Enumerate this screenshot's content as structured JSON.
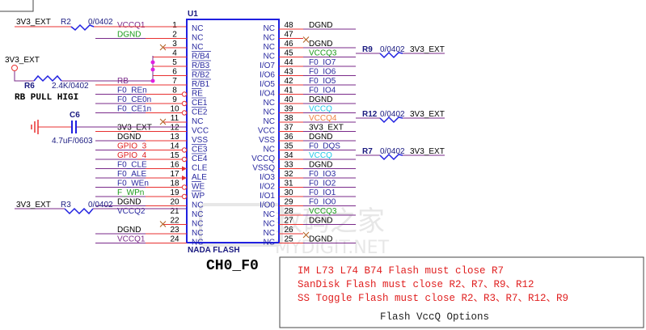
{
  "chip": {
    "ref": "U1",
    "part": "NADA FLASH",
    "channel_label": "CH0_F0",
    "left_pins": [
      {
        "num": "1",
        "name": "NC",
        "overbar": false,
        "marker": "none",
        "net": "VCCQ1",
        "net_color": "#7a2a8a"
      },
      {
        "num": "2",
        "name": "NC",
        "overbar": false,
        "marker": "none",
        "net": "DGND",
        "net_color": "#1a9a1a"
      },
      {
        "num": "3",
        "name": "NC",
        "overbar": false,
        "marker": "x",
        "net": "",
        "net_color": "#000000"
      },
      {
        "num": "4",
        "name": "R/B4",
        "overbar": true,
        "marker": "none",
        "net": "",
        "net_color": "#000000"
      },
      {
        "num": "5",
        "name": "R/B3",
        "overbar": true,
        "marker": "none",
        "net": "",
        "net_color": "#000000"
      },
      {
        "num": "6",
        "name": "R/B2",
        "overbar": true,
        "marker": "none",
        "net": "",
        "net_color": "#000000"
      },
      {
        "num": "7",
        "name": "R/B1",
        "overbar": true,
        "marker": "none",
        "net": "RB",
        "net_color": "#7a2a8a"
      },
      {
        "num": "8",
        "name": "RE",
        "overbar": true,
        "marker": "circle",
        "net": "F0_REn",
        "net_color": "#2a2aa0"
      },
      {
        "num": "9",
        "name": "CE1",
        "overbar": true,
        "marker": "circle",
        "net": "F0_CE0n",
        "net_color": "#2a2aa0"
      },
      {
        "num": "10",
        "name": "CE2",
        "overbar": true,
        "marker": "circle",
        "net": "F0_CE1n",
        "net_color": "#2a2aa0"
      },
      {
        "num": "11",
        "name": "NC",
        "overbar": false,
        "marker": "x",
        "net": "",
        "net_color": "#000000"
      },
      {
        "num": "12",
        "name": "VCC",
        "overbar": false,
        "marker": "none",
        "net": "3V3_EXT",
        "net_color": "#000000"
      },
      {
        "num": "13",
        "name": "VSS",
        "overbar": false,
        "marker": "none",
        "net": "DGND",
        "net_color": "#000000"
      },
      {
        "num": "14",
        "name": "CE3",
        "overbar": true,
        "marker": "circle",
        "net": "GPIO_3",
        "net_color": "#e02020"
      },
      {
        "num": "15",
        "name": "CE4",
        "overbar": true,
        "marker": "circle",
        "net": "GPIO_4",
        "net_color": "#e02020"
      },
      {
        "num": "16",
        "name": "CLE",
        "overbar": false,
        "marker": "arrow",
        "net": "F0_CLE",
        "net_color": "#2a2aa0"
      },
      {
        "num": "17",
        "name": "ALE",
        "overbar": false,
        "marker": "arrow",
        "net": "F0_ALE",
        "net_color": "#2a2aa0"
      },
      {
        "num": "18",
        "name": "WE",
        "overbar": true,
        "marker": "circle",
        "net": "F0_WEn",
        "net_color": "#2a2aa0"
      },
      {
        "num": "19",
        "name": "WP",
        "overbar": true,
        "marker": "circle",
        "net": "F_WPn",
        "net_color": "#1a9a1a"
      },
      {
        "num": "20",
        "name": "NC",
        "overbar": false,
        "marker": "none",
        "net": "DGND",
        "net_color": "#000000"
      },
      {
        "num": "21",
        "name": "NC",
        "overbar": false,
        "marker": "none",
        "net": "VCCQ2",
        "net_color": "#2a2aa0"
      },
      {
        "num": "22",
        "name": "NC",
        "overbar": false,
        "marker": "x",
        "net": "",
        "net_color": "#000000"
      },
      {
        "num": "23",
        "name": "NC",
        "overbar": false,
        "marker": "none",
        "net": "DGND",
        "net_color": "#000000"
      },
      {
        "num": "24",
        "name": "NC",
        "overbar": false,
        "marker": "none",
        "net": "VCCQ1",
        "net_color": "#7a2a8a"
      }
    ],
    "right_pins": [
      {
        "num": "48",
        "name": "NC",
        "net": "DGND",
        "net_color": "#000000",
        "marker": "none"
      },
      {
        "num": "47",
        "name": "NC",
        "net": "",
        "net_color": "#000000",
        "marker": "x"
      },
      {
        "num": "46",
        "name": "NC",
        "net": "DGND",
        "net_color": "#000000",
        "marker": "none"
      },
      {
        "num": "45",
        "name": "NC",
        "net": "VCCQ3",
        "net_color": "#1a9a1a",
        "marker": "none"
      },
      {
        "num": "44",
        "name": "I/O7",
        "net": "F0_IO7",
        "net_color": "#2a2aa0",
        "marker": "none"
      },
      {
        "num": "43",
        "name": "I/O6",
        "net": "F0_IO6",
        "net_color": "#2a2aa0",
        "marker": "none"
      },
      {
        "num": "42",
        "name": "I/O5",
        "net": "F0_IO5",
        "net_color": "#2a2aa0",
        "marker": "none"
      },
      {
        "num": "41",
        "name": "I/O4",
        "net": "F0_IO4",
        "net_color": "#2a2aa0",
        "marker": "none"
      },
      {
        "num": "40",
        "name": "NC",
        "net": "DGND",
        "net_color": "#000000",
        "marker": "none"
      },
      {
        "num": "39",
        "name": "NC",
        "net": "VCCQ",
        "net_color": "#20c8e8",
        "marker": "none"
      },
      {
        "num": "38",
        "name": "NC",
        "net": "VCCQ4",
        "net_color": "#f08040",
        "marker": "none"
      },
      {
        "num": "37",
        "name": "VCC",
        "net": "3V3_EXT",
        "net_color": "#000000",
        "marker": "none"
      },
      {
        "num": "36",
        "name": "VSS",
        "net": "DGND",
        "net_color": "#000000",
        "marker": "none"
      },
      {
        "num": "35",
        "name": "NC",
        "net": "F0_DQS",
        "net_color": "#2a2aa0",
        "marker": "none"
      },
      {
        "num": "34",
        "name": "VCCQ",
        "net": "VCCQ",
        "net_color": "#20c8e8",
        "marker": "none"
      },
      {
        "num": "33",
        "name": "VSSQ",
        "net": "DGND",
        "net_color": "#000000",
        "marker": "none"
      },
      {
        "num": "32",
        "name": "I/O3",
        "net": "F0_IO3",
        "net_color": "#2a2aa0",
        "marker": "none"
      },
      {
        "num": "31",
        "name": "I/O2",
        "net": "F0_IO2",
        "net_color": "#2a2aa0",
        "marker": "none"
      },
      {
        "num": "30",
        "name": "I/O1",
        "net": "F0_IO1",
        "net_color": "#2a2aa0",
        "marker": "none"
      },
      {
        "num": "29",
        "name": "I/O0",
        "net": "F0_IO0",
        "net_color": "#2a2aa0",
        "marker": "none"
      },
      {
        "num": "28",
        "name": "NC",
        "net": "VCCQ3",
        "net_color": "#1a9a1a",
        "marker": "none"
      },
      {
        "num": "27",
        "name": "NC",
        "net": "DGND",
        "net_color": "#000000",
        "marker": "none"
      },
      {
        "num": "26",
        "name": "NC",
        "net": "",
        "net_color": "#000000",
        "marker": "x"
      },
      {
        "num": "25",
        "name": "NC",
        "net": "DGND",
        "net_color": "#000000",
        "marker": "none"
      }
    ]
  },
  "resistors": {
    "r2": {
      "ref": "R2",
      "value": "0/0402",
      "net": "3V3_EXT"
    },
    "r3": {
      "ref": "R3",
      "value": "0/0402",
      "net": "3V3_EXT"
    },
    "r6": {
      "ref": "R6",
      "value": "2.4K/0402",
      "net": "3V3_EXT"
    },
    "r9": {
      "ref": "R9",
      "value": "0/0402",
      "net": "3V3_EXT"
    },
    "r12": {
      "ref": "R12",
      "value": "0/0402",
      "net": "3V3_EXT"
    },
    "r7": {
      "ref": "R7",
      "value": "0/0402",
      "net": "3V3_EXT"
    }
  },
  "capacitor": {
    "ref": "C6",
    "value": "4.7uF/0603"
  },
  "rb_pull_label": "RB PULL HIGI",
  "notes": {
    "lines": [
      "IM L73 L74 B74 Flash must close R7",
      "SanDisk Flash must close R2、R7、R9、R12",
      "SS Toggle Flash must close R2、R3、R7、R12、R9"
    ],
    "title": "Flash VccQ Options"
  },
  "watermark": {
    "cn": "数码之家",
    "en": "MYDIGIT.NET"
  },
  "colors": {
    "wire": "#e83030",
    "net": "#7a2a8a",
    "body": "#2020e0",
    "junction": "#e020e0",
    "noconnect": "#b06020"
  }
}
